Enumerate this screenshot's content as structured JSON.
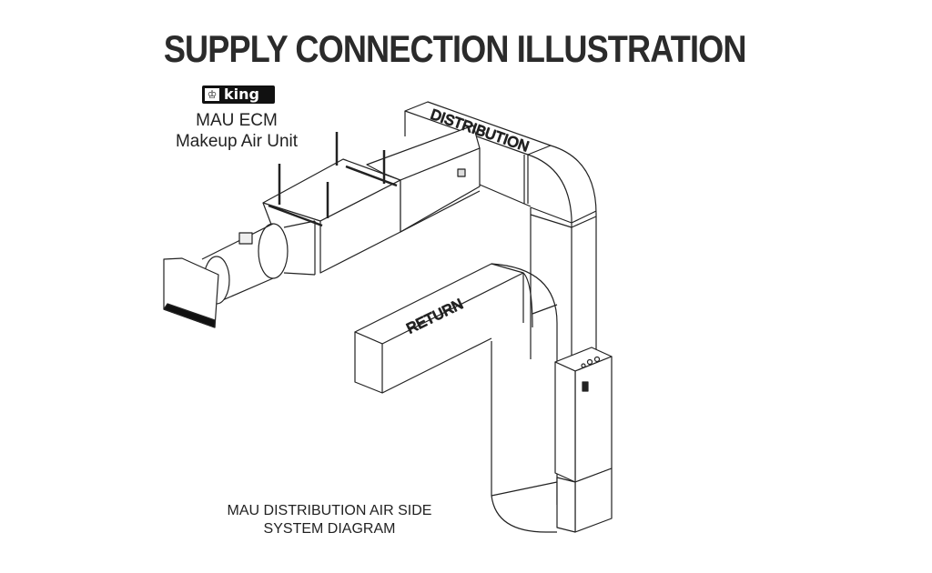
{
  "title": "SUPPLY CONNECTION ILLUSTRATION",
  "logo": {
    "text": "king"
  },
  "unit": {
    "line1": "MAU ECM",
    "line2": "Makeup Air Unit"
  },
  "labels": {
    "distribution": "DISTRIBUTION",
    "return": "RETURN"
  },
  "caption": {
    "line1": "MAU DISTRIBUTION AIR SIDE",
    "line2": "SYSTEM DIAGRAM"
  }
}
